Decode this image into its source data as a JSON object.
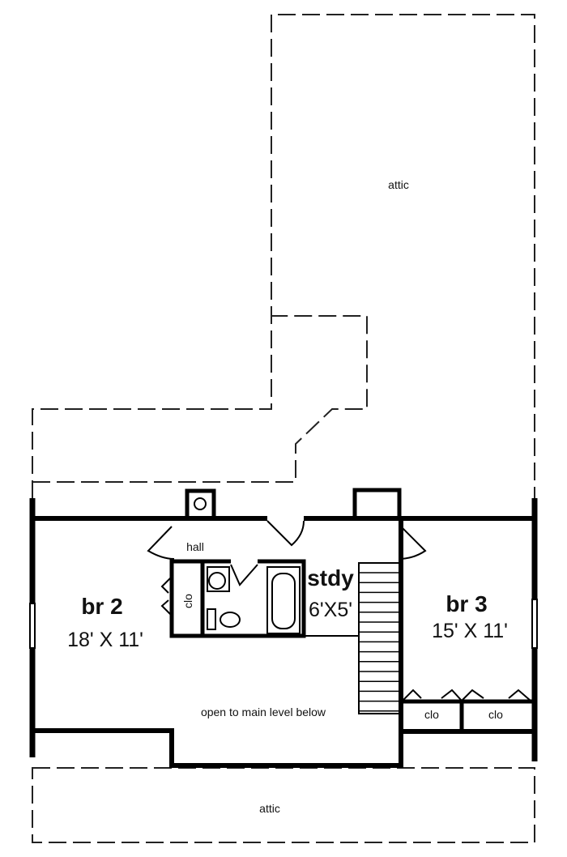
{
  "rooms": {
    "attic_top": "attic",
    "attic_bottom": "attic",
    "hall": "hall",
    "br2": {
      "name": "br 2",
      "size": "18' X 11'"
    },
    "br2_closet": "clo",
    "study": {
      "name": "stdy",
      "size": "6'X5'"
    },
    "br3": {
      "name": "br 3",
      "size": "15' X 11'"
    },
    "br3_closet_left": "clo",
    "br3_closet_right": "clo",
    "open_area": "open to main level below"
  }
}
